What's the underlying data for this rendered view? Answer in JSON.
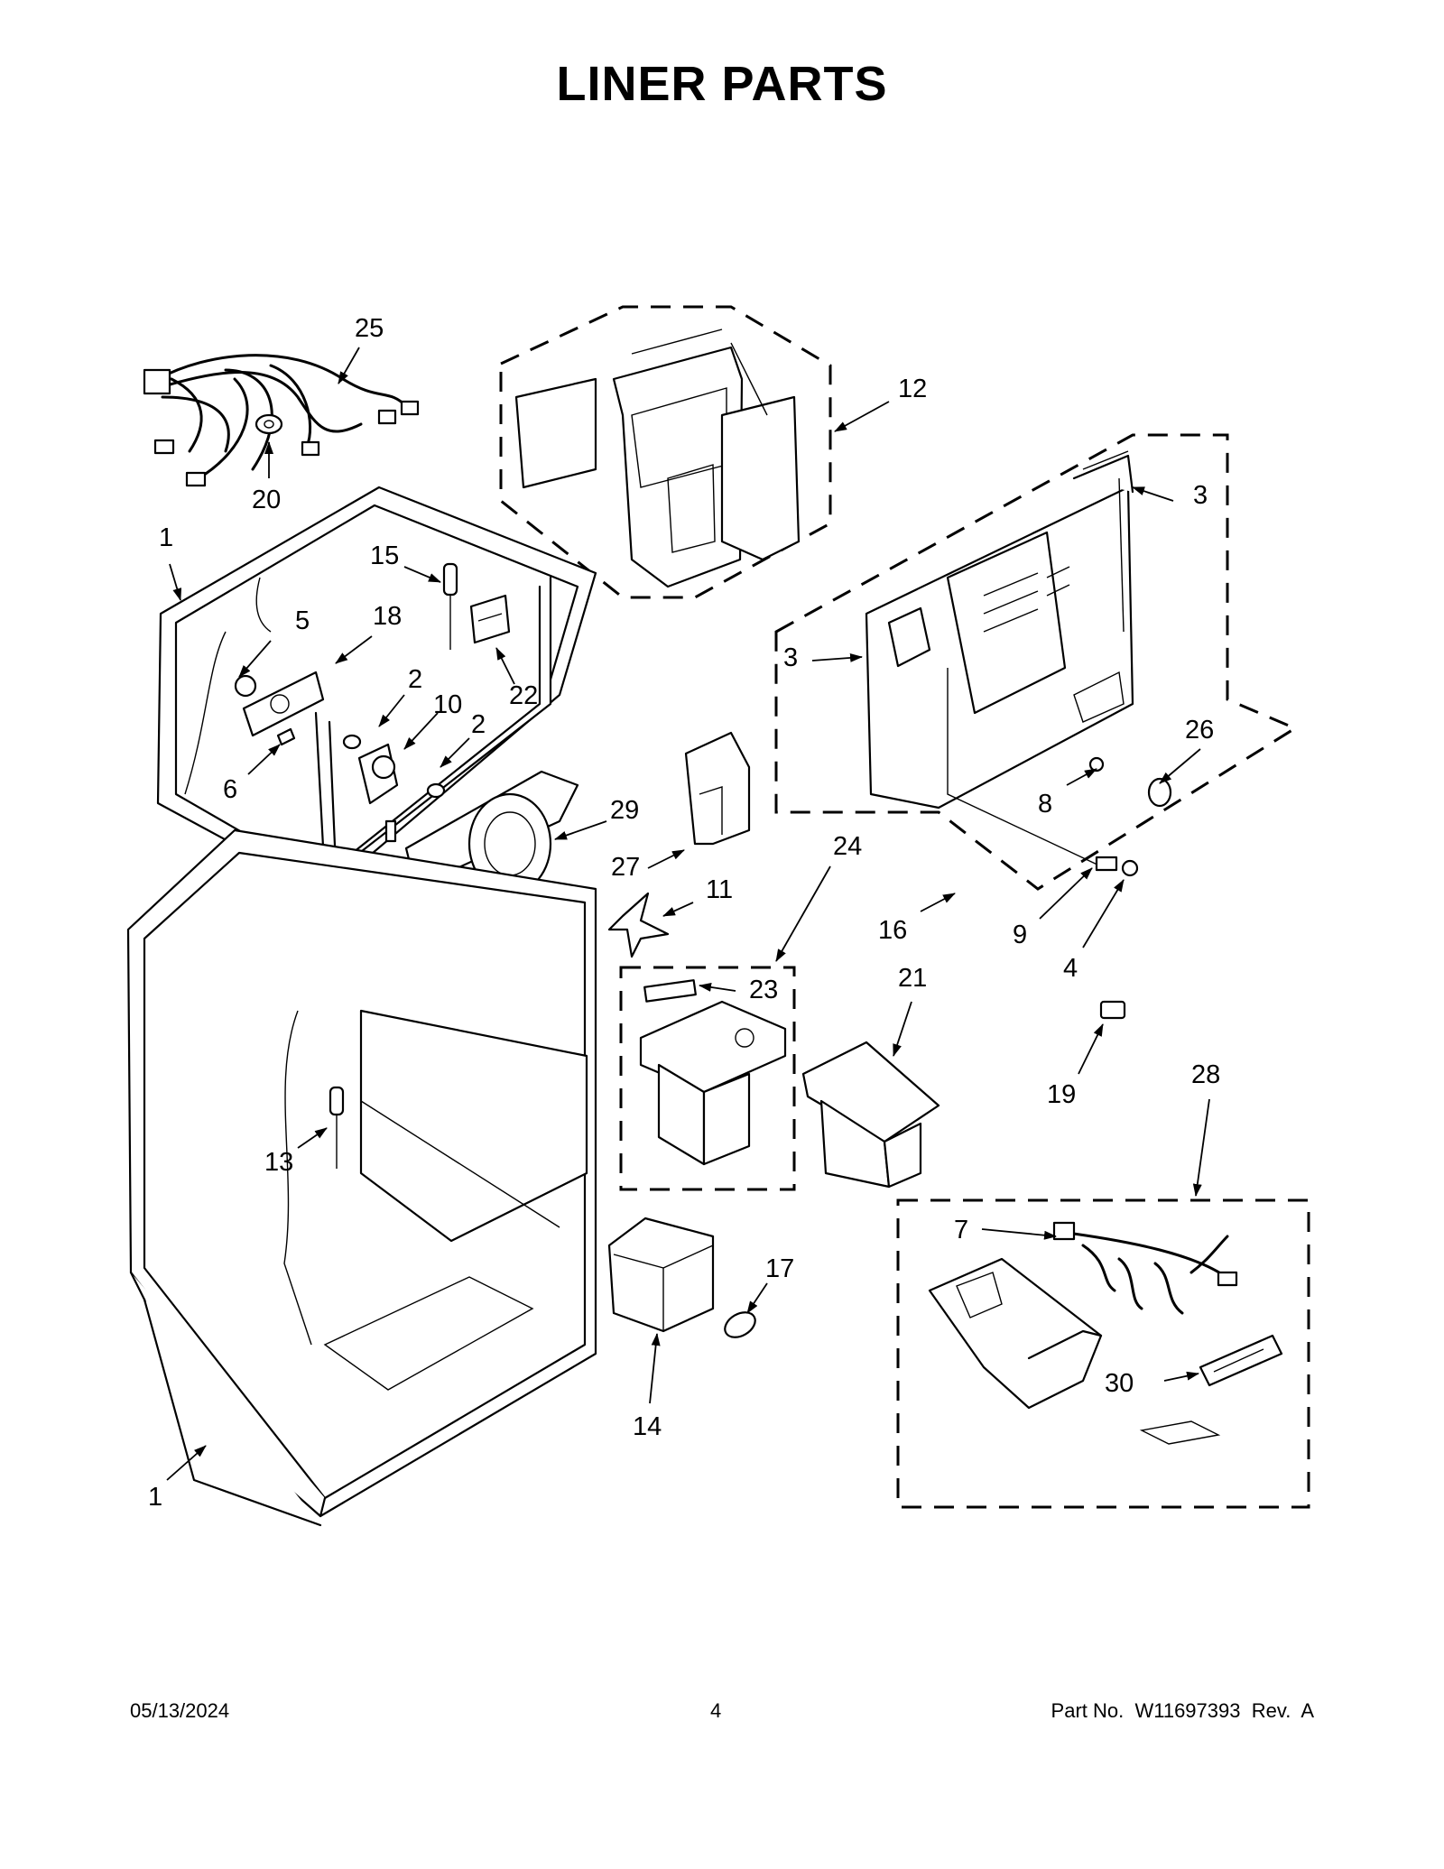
{
  "title": "LINER PARTS",
  "footer": {
    "date": "05/13/2024",
    "page_number": "4",
    "part_info": "Part No.  W11697393  Rev.  A"
  },
  "callouts": {
    "c25": "25",
    "c20": "20",
    "c1a": "1",
    "c15": "15",
    "c5": "5",
    "c18": "18",
    "c22": "22",
    "c2a": "2",
    "c10": "10",
    "c2b": "2",
    "c6": "6",
    "c29": "29",
    "c27": "27",
    "c11": "11",
    "c12": "12",
    "c3a": "3",
    "c3b": "3",
    "c26": "26",
    "c8": "8",
    "c16": "16",
    "c24": "24",
    "c9": "9",
    "c4": "4",
    "c23": "23",
    "c21": "21",
    "c19": "19",
    "c28": "28",
    "c13": "13",
    "c7": "7",
    "c30": "30",
    "c17": "17",
    "c14": "14",
    "c1b": "1"
  }
}
